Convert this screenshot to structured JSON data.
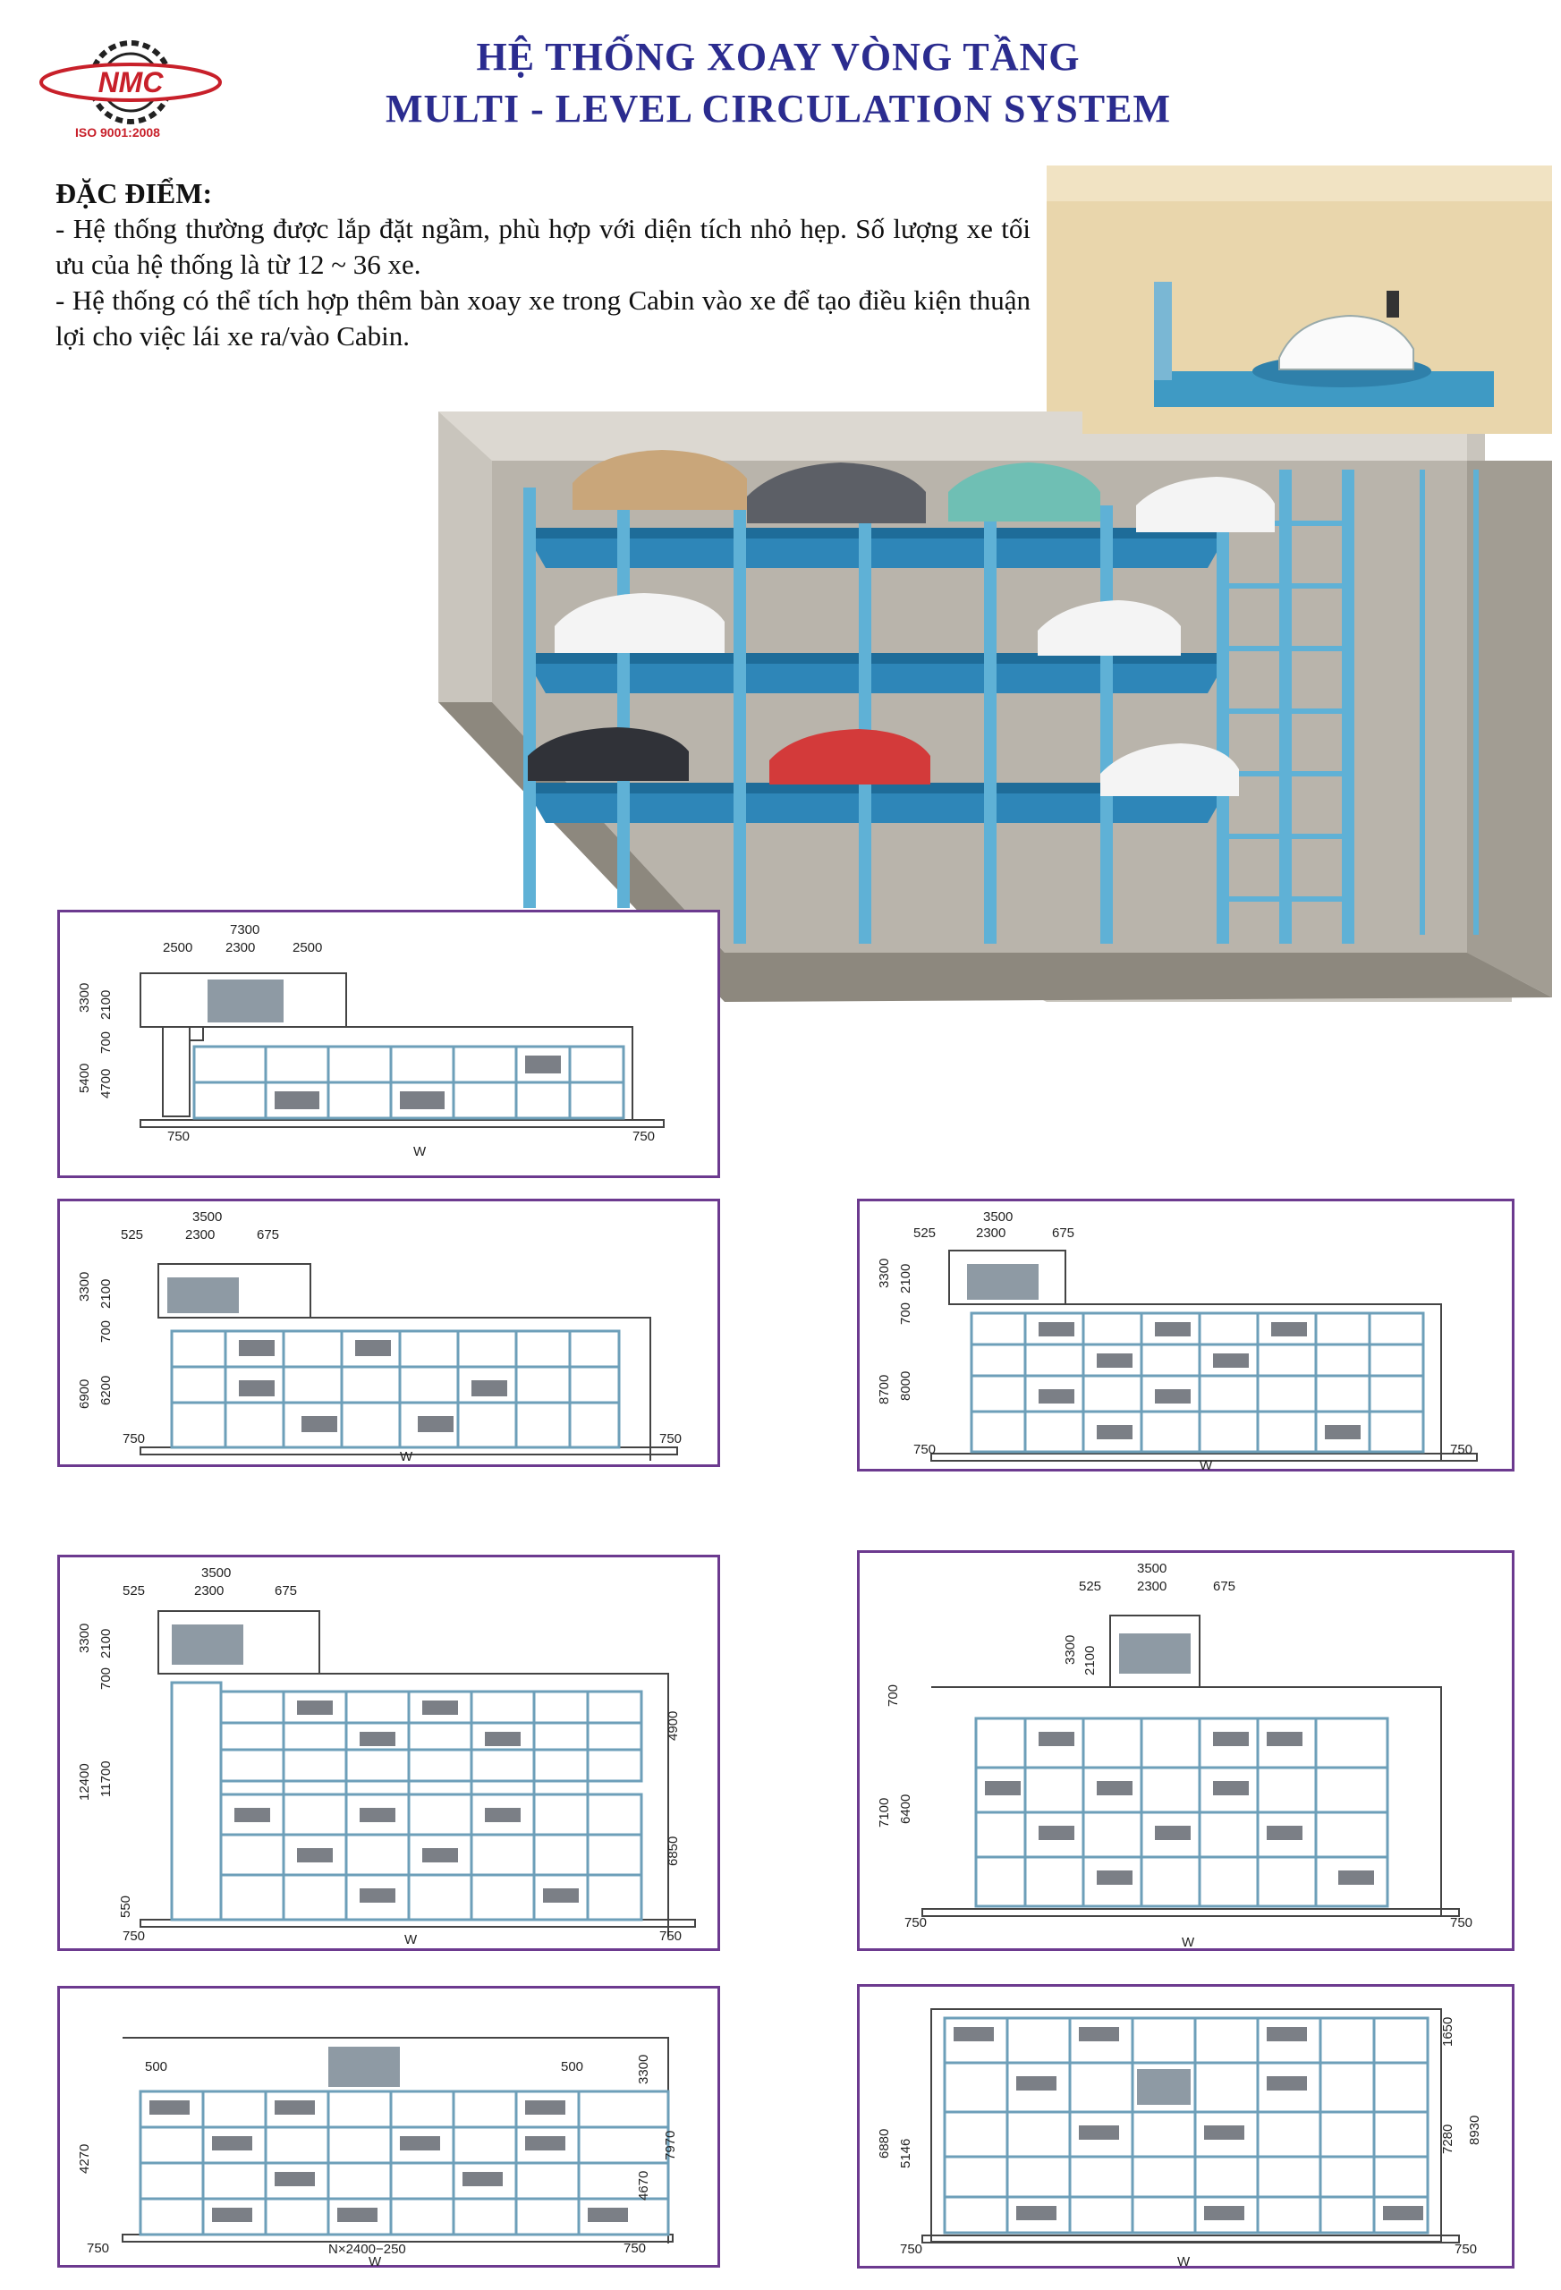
{
  "logo": {
    "text": "NMC",
    "iso": "ISO 9001:2008"
  },
  "title": {
    "vi": "HỆ THỐNG XOAY VÒNG TẦNG",
    "en": "MULTI - LEVEL CIRCULATION SYSTEM"
  },
  "features": {
    "heading": "ĐẶC ĐIỂM:",
    "line1": "- Hệ thống thường được lắp đặt ngầm, phù hợp với diện tích nhỏ hẹp. Số lượng xe tối ưu của hệ thống là từ 12 ~ 36 xe.",
    "line2": "- Hệ thống có thể tích hợp thêm bàn xoay xe trong Cabin vào xe để tạo điều kiện thuận lợi cho việc lái xe ra/vào Cabin."
  },
  "colors": {
    "title": "#2b2c8f",
    "panel_border": "#6c3a8f",
    "frame": "#4fa3c7",
    "logo_red": "#c8202a"
  },
  "diagrams": [
    {
      "id": "d1",
      "top": [
        "7300",
        "2500",
        "2300",
        "2500"
      ],
      "left": [
        "3300",
        "2100",
        "700",
        "5400",
        "4700"
      ],
      "bottom": [
        "750",
        "W",
        "750"
      ]
    },
    {
      "id": "d2",
      "top": [
        "3500",
        "525",
        "2300",
        "675"
      ],
      "left": [
        "3300",
        "2100",
        "700",
        "6900",
        "6200"
      ],
      "bottom": [
        "750",
        "W",
        "750"
      ]
    },
    {
      "id": "d3",
      "top": [
        "3500",
        "525",
        "2300",
        "675"
      ],
      "left": [
        "3300",
        "2100",
        "700",
        "8700",
        "8000"
      ],
      "bottom": [
        "750",
        "W",
        "750"
      ]
    },
    {
      "id": "d4",
      "top": [
        "525",
        "3500",
        "2300",
        "675"
      ],
      "left": [
        "3300",
        "2100",
        "700",
        "12400",
        "11700",
        "550"
      ],
      "right": [
        "4900",
        "6850"
      ],
      "bottom": [
        "750",
        "W",
        "750"
      ]
    },
    {
      "id": "d5",
      "top": [
        "3500",
        "525",
        "2300",
        "675"
      ],
      "left": [
        "3300",
        "2100",
        "700",
        "7100",
        "6400"
      ],
      "bottom": [
        "750",
        "W",
        "750"
      ]
    },
    {
      "id": "d6",
      "top": [
        "500",
        "500"
      ],
      "left": [
        "4270"
      ],
      "right": [
        "3300",
        "4670",
        "7970"
      ],
      "bottom": [
        "750",
        "N×2400−250",
        "W",
        "750"
      ]
    },
    {
      "id": "d7",
      "top": [],
      "left": [
        "6880",
        "5146"
      ],
      "right": [
        "1650",
        "7280",
        "8930"
      ],
      "bottom": [
        "750",
        "W",
        "750"
      ]
    }
  ]
}
